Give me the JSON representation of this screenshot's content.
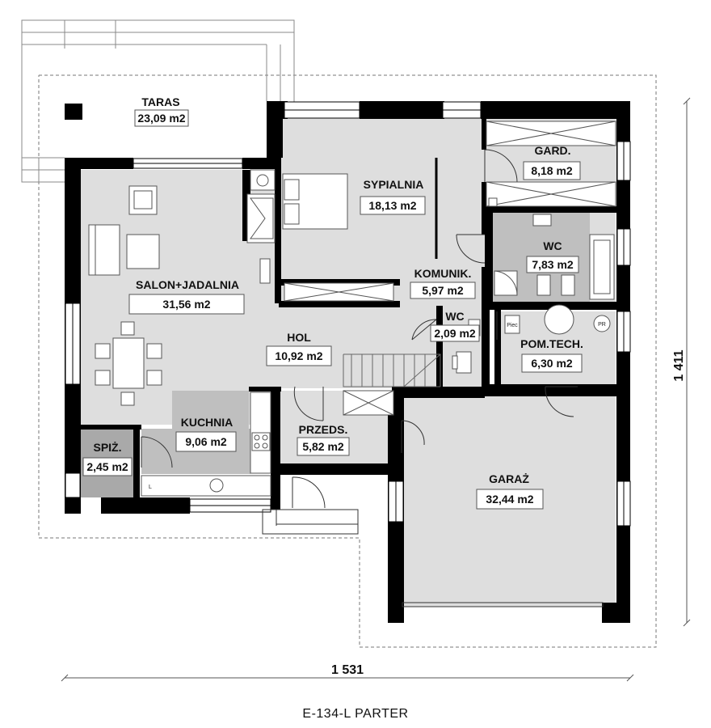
{
  "plan": {
    "caption": "E-134-L PARTER",
    "dimensions": {
      "width": "1 531",
      "height": "1 411"
    },
    "rooms": [
      {
        "id": "taras",
        "name": "TARAS",
        "area": "23,09 m2"
      },
      {
        "id": "sypialnia",
        "name": "SYPIALNIA",
        "area": "18,13 m2"
      },
      {
        "id": "gard",
        "name": "GARD.",
        "area": "8,18 m2"
      },
      {
        "id": "wc1",
        "name": "WC",
        "area": "7,83 m2"
      },
      {
        "id": "komunik",
        "name": "KOMUNIK.",
        "area": "5,97 m2"
      },
      {
        "id": "salon",
        "name": "SALON+JADALNIA",
        "area": "31,56 m2"
      },
      {
        "id": "wc2",
        "name": "WC",
        "area": "2,09 m2"
      },
      {
        "id": "hol",
        "name": "HOL",
        "area": "10,92 m2"
      },
      {
        "id": "pomtech",
        "name": "POM.TECH.",
        "area": "6,30 m2"
      },
      {
        "id": "kuchnia",
        "name": "KUCHNIA",
        "area": "9,06 m2"
      },
      {
        "id": "spiz",
        "name": "SPIŻ.",
        "area": "2,45 m2"
      },
      {
        "id": "przeds",
        "name": "PRZEDS.",
        "area": "5,82 m2"
      },
      {
        "id": "garaz",
        "name": "GARAŻ",
        "area": "32,44 m2"
      }
    ],
    "fixture_labels": {
      "piec": "Piec",
      "pr": "PR",
      "l": "L"
    },
    "colors": {
      "wall": "#000000",
      "floor_light": "#dedede",
      "floor_mid": "#bfbfbf",
      "floor_dark": "#a9a9a9",
      "line": "#555555"
    }
  }
}
